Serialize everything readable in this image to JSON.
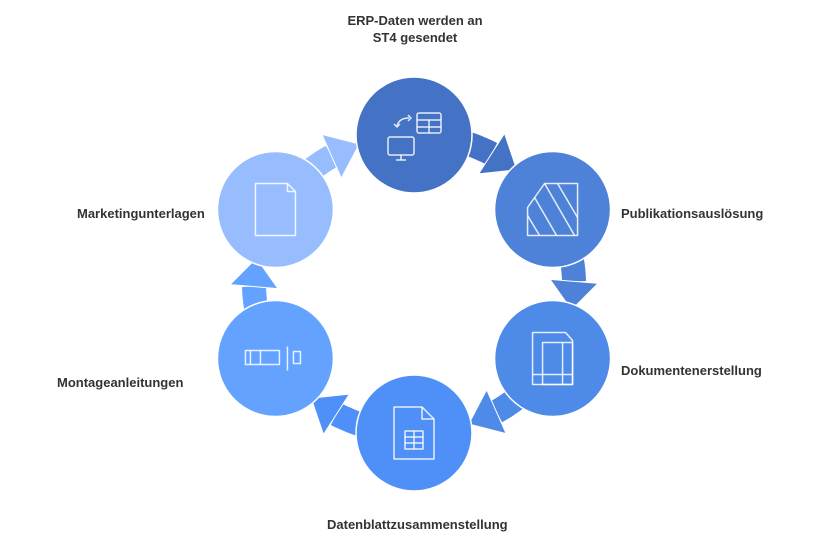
{
  "title": "ERP-Daten werden an ST4 gesendet",
  "title_lines": [
    "ERP-Daten werden an",
    "ST4 gesendet"
  ],
  "steps": [
    {
      "label": "ERP-Daten werden an ST4 gesendet",
      "icon": "data-transfer-icon",
      "color": "#4472c4"
    },
    {
      "label": "Publikationsauslösung",
      "icon": "publication-icon",
      "color": "#4d82d8"
    },
    {
      "label": "Dokumentenerstellung",
      "icon": "document-layout-icon",
      "color": "#4e8ae8"
    },
    {
      "label": "Datenblattzusammenstellung",
      "icon": "spreadsheet-file-icon",
      "color": "#4f90f8"
    },
    {
      "label": "Montageanleitungen",
      "icon": "assembly-strip-icon",
      "color": "#64a2ff"
    },
    {
      "label": "Marketingunterlagen",
      "icon": "blank-document-icon",
      "color": "#97bdff"
    }
  ]
}
